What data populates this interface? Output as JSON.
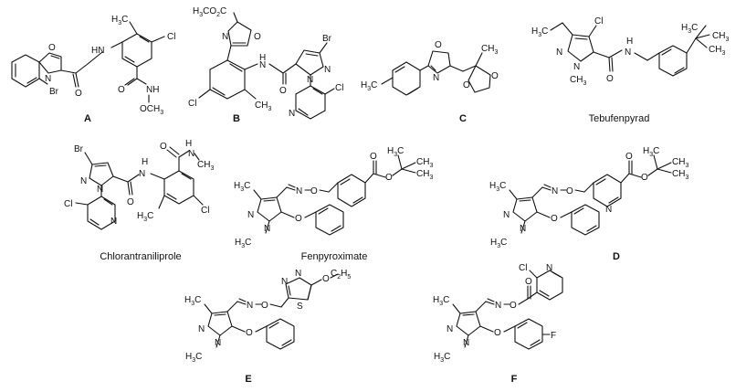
{
  "molecules": [
    {
      "id": "mol-a",
      "label": "A"
    },
    {
      "id": "mol-b",
      "label": "B"
    },
    {
      "id": "mol-c",
      "label": "C"
    },
    {
      "id": "mol-tebufenpyrad",
      "label": "Tebufenpyrad"
    },
    {
      "id": "mol-chlorantraniliprole",
      "label": "Chlorantraniliprole"
    },
    {
      "id": "mol-fenpyroximate",
      "label": "Fenpyroximate"
    },
    {
      "id": "mol-d",
      "label": "D"
    },
    {
      "id": "mol-e",
      "label": "E"
    },
    {
      "id": "mol-f",
      "label": "F"
    }
  ],
  "atoms": {
    "a": [
      "H3C",
      "HN",
      "Cl",
      "O",
      "N",
      "O",
      "O",
      "NH",
      "Br",
      "OCH3"
    ],
    "b": [
      "H3CO2C",
      "O",
      "N",
      "Br",
      "N",
      "H",
      "N",
      "N",
      "O",
      "Cl",
      "CH3",
      "N",
      "Cl"
    ],
    "c": [
      "O",
      "N",
      "CH3",
      "O",
      "O",
      "H3C"
    ],
    "tebufenpyrad": [
      "H3C",
      "Cl",
      "N",
      "N",
      "CH3",
      "O",
      "H",
      "N",
      "H3C",
      "CH3",
      "CH3"
    ],
    "chlorantraniliprole": [
      "Br",
      "N",
      "N",
      "Cl",
      "N",
      "O",
      "H",
      "N",
      "H3C",
      "Cl",
      "O",
      "N",
      "H",
      "CH3"
    ],
    "fenpyroximate": [
      "H3C",
      "N",
      "N",
      "H3C",
      "N",
      "O",
      "O",
      "O",
      "O",
      "H3C",
      "CH3",
      "CH3"
    ],
    "d": [
      "H3C",
      "N",
      "N",
      "H3C",
      "N",
      "O",
      "O",
      "N",
      "O",
      "O",
      "H3C",
      "CH3",
      "CH3"
    ],
    "e": [
      "H3C",
      "N",
      "N",
      "H3C",
      "N",
      "O",
      "O",
      "N",
      "N",
      "S",
      "O",
      "C2H5"
    ],
    "f": [
      "H3C",
      "N",
      "N",
      "H3C",
      "N",
      "O",
      "O",
      "O",
      "N",
      "Cl",
      "F"
    ]
  }
}
